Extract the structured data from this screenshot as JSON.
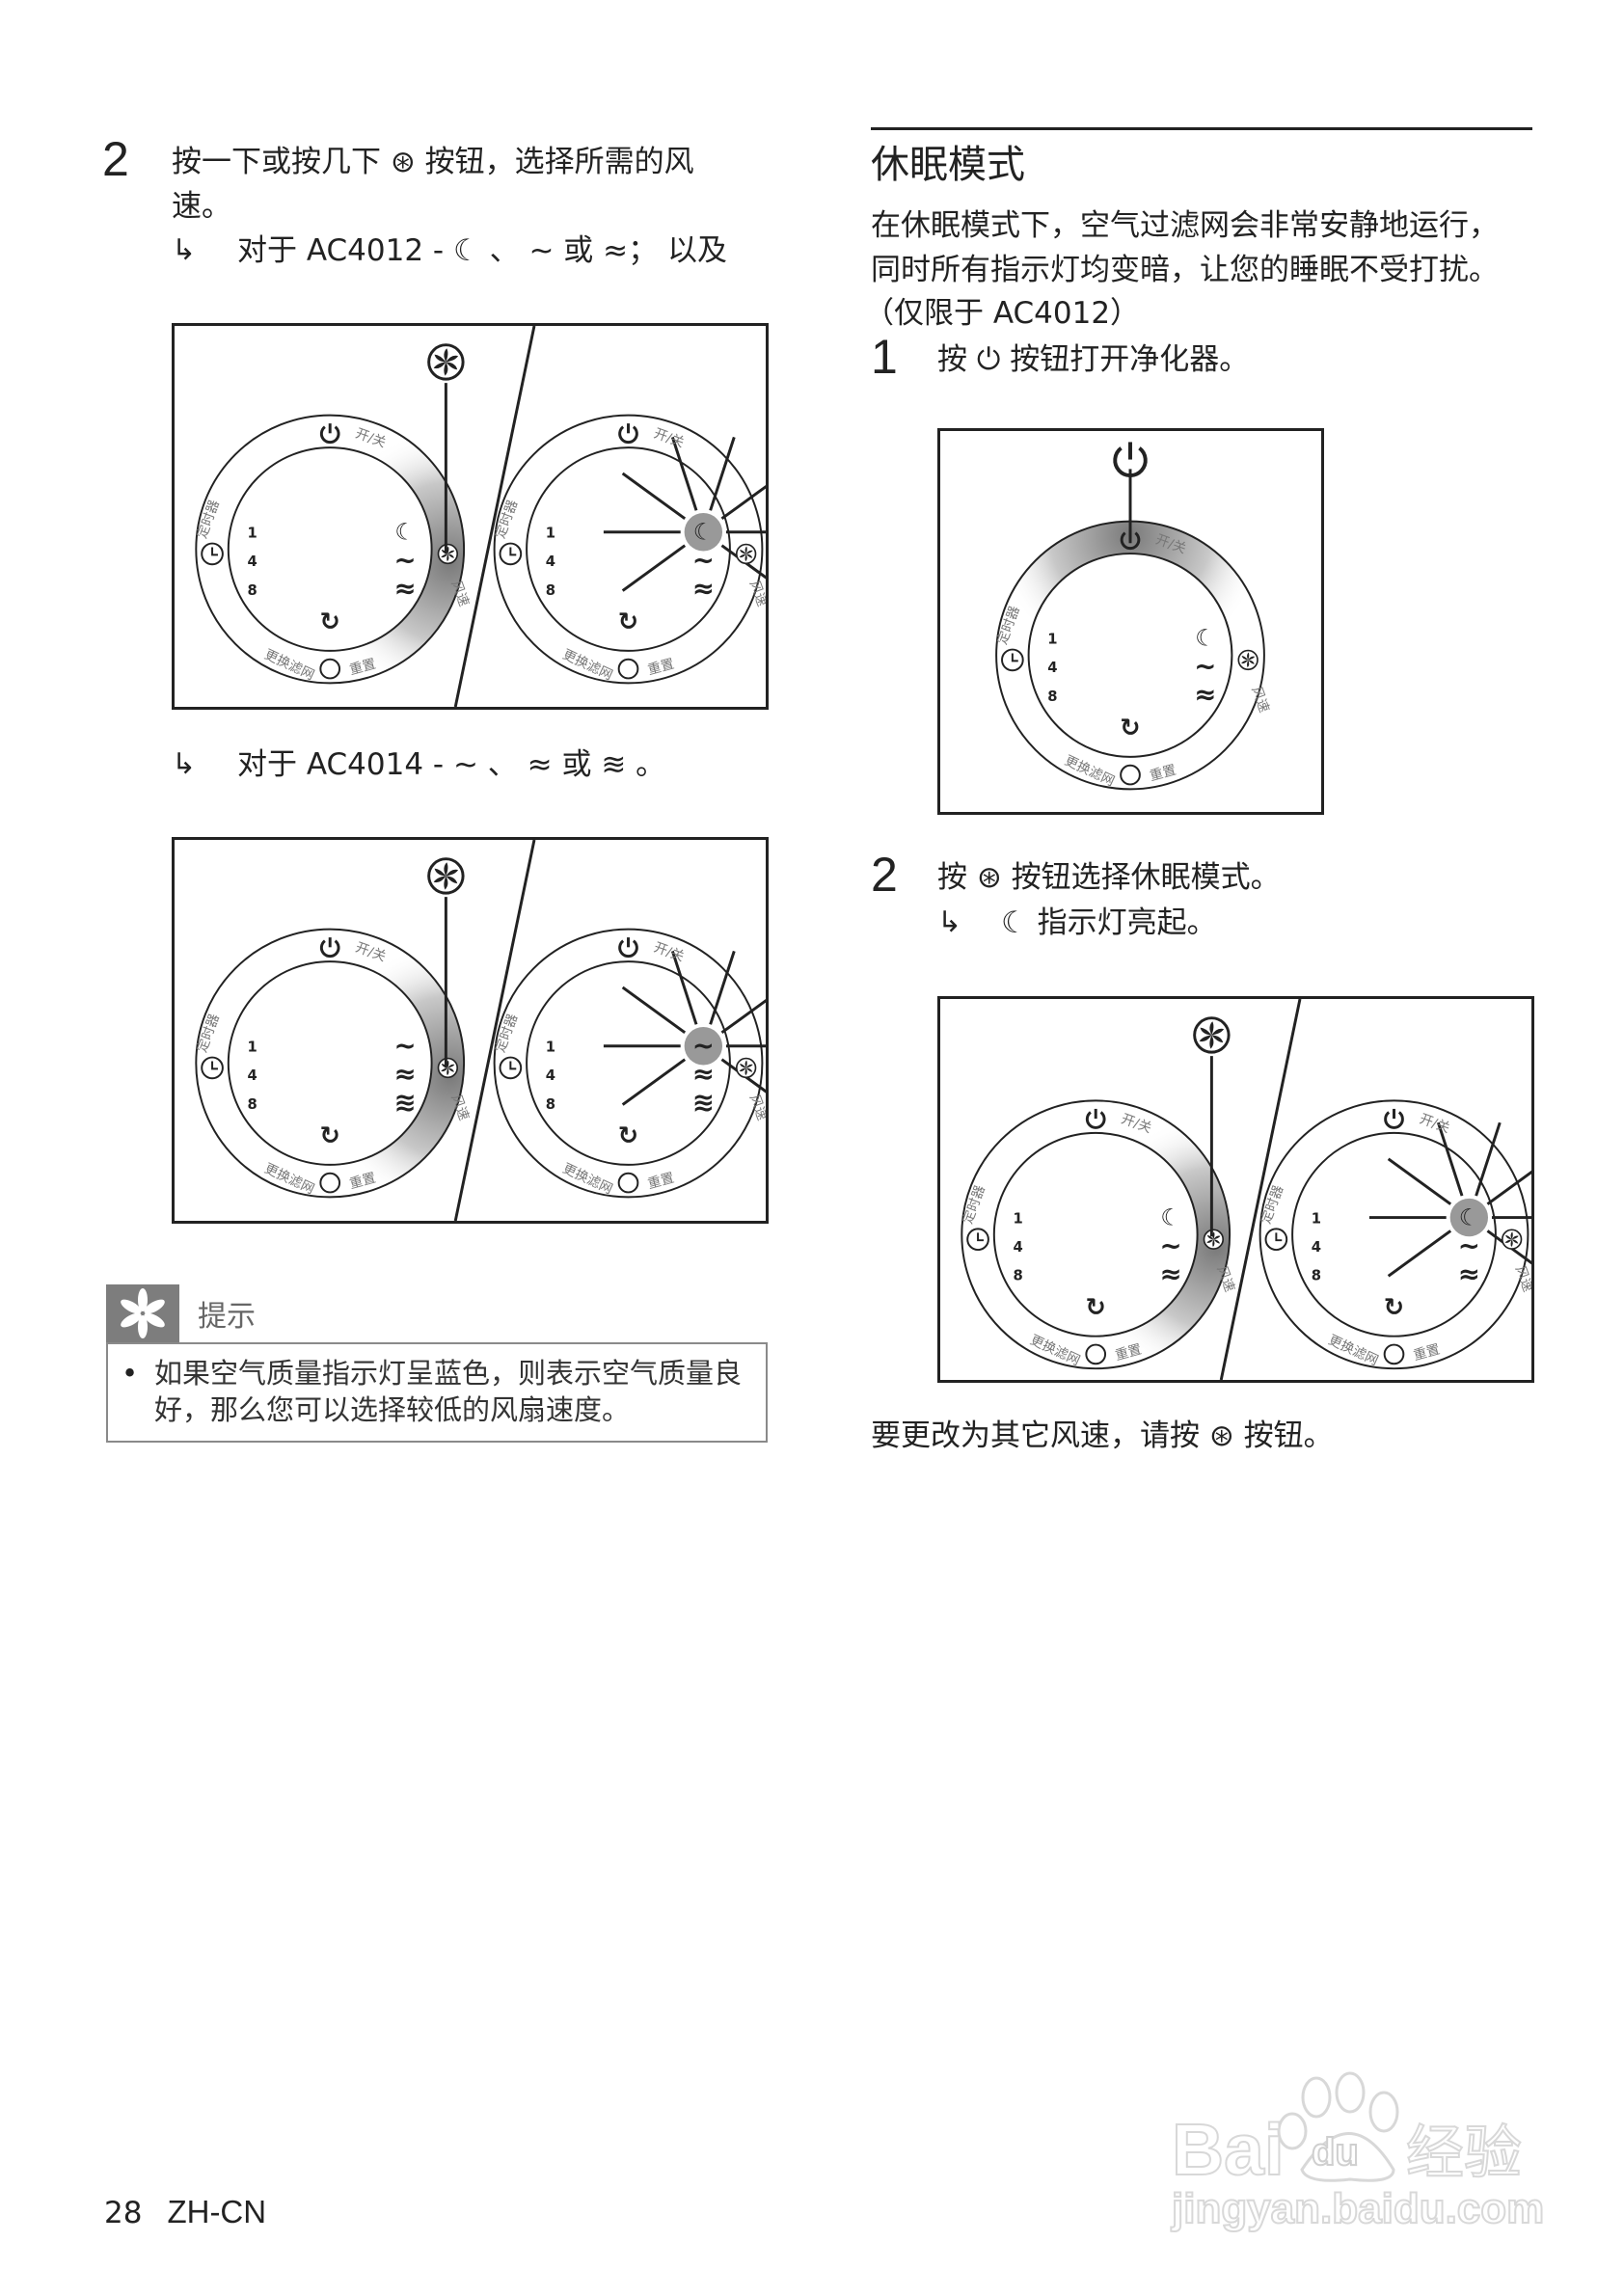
{
  "left": {
    "step2": {
      "number": "2",
      "line1": "按一下或按几下 ⊛ 按钮，选择所需的风",
      "line2": "速。",
      "result_arrow": "↳",
      "result_ac4012": "对于 AC4012 - ☾ 、 ∼ 或 ≈； 以及",
      "result_ac4014": "对于 AC4014 - ∼ 、 ≈ 或 ≋ 。"
    },
    "tip": {
      "label": "提示",
      "bullet": "•",
      "line1": "如果空气质量指示灯呈蓝色，则表示空气质量良",
      "line2": "好，那么您可以选择较低的风扇速度。"
    }
  },
  "right": {
    "title": "休眠模式",
    "intro": [
      "在休眠模式下，空气过滤网会非常安静地运行，",
      "同时所有指示灯均变暗，让您的睡眠不受打扰。",
      "（仅限于 AC4012）"
    ],
    "step1": {
      "number": "1",
      "text": "按 ⏻ 按钮打开净化器。"
    },
    "step2": {
      "number": "2",
      "text": "按 ⊛ 按钮选择休眠模式。",
      "result_arrow": "↳",
      "result": "☾ 指示灯亮起。"
    },
    "closing": "要更改为其它风速，请按 ⊛ 按钮。"
  },
  "dial_labels": {
    "power": "开/关",
    "timer": "定时器",
    "fan_speed": "风速",
    "filter": "更换滤网",
    "reset": "重置",
    "timer_values": [
      "1",
      "4",
      "8"
    ]
  },
  "figures": {
    "fig1_speeds": [
      "sleep",
      "~",
      "≈"
    ],
    "fig2_speeds": [
      "~",
      "≈",
      "≋"
    ],
    "fig3_speeds": [
      "sleep",
      "~",
      "≈"
    ],
    "fig4_speeds": [
      "sleep",
      "~",
      "≈"
    ]
  },
  "footer": {
    "page": "28",
    "lang": "ZH-CN"
  },
  "watermark": {
    "logo": "Bai du 经验",
    "url": "jingyan.baidu.com"
  },
  "colors": {
    "text": "#222222",
    "tip_header": "#7d7d7d",
    "ring_highlight": "#8c8c8c"
  }
}
